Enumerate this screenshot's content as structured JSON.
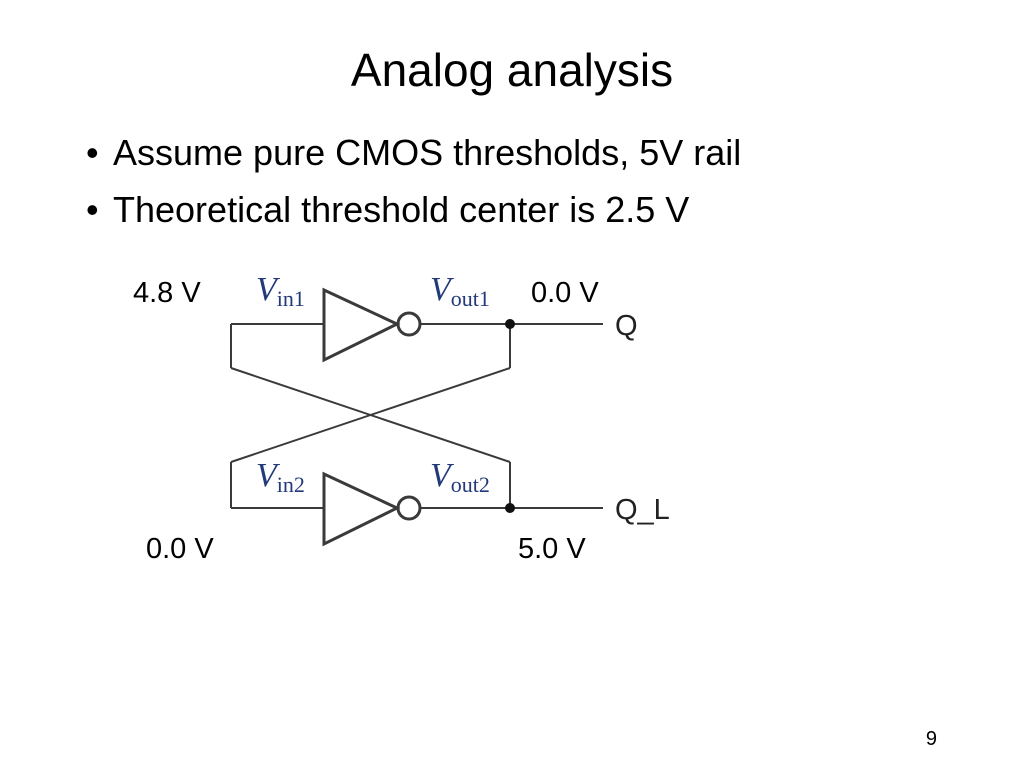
{
  "slide": {
    "title": "Analog analysis",
    "bullets": [
      "Assume pure CMOS thresholds, 5V rail",
      "Theoretical threshold center is 2.5 V"
    ],
    "page_number": "9"
  },
  "circuit": {
    "voltages": {
      "in1": "4.8 V",
      "out1": "0.0 V",
      "in2": "0.0 V",
      "out2": "5.0 V"
    },
    "ports": {
      "vin1": {
        "symbol": "V",
        "sub": "in1"
      },
      "vout1": {
        "symbol": "V",
        "sub": "out1"
      },
      "vin2": {
        "symbol": "V",
        "sub": "in2"
      },
      "vout2": {
        "symbol": "V",
        "sub": "out2"
      }
    },
    "outputs": {
      "q": "Q",
      "q_l": "Q_L"
    },
    "wire_color": "#3a3a3a",
    "port_label_color": "#223a7a"
  }
}
